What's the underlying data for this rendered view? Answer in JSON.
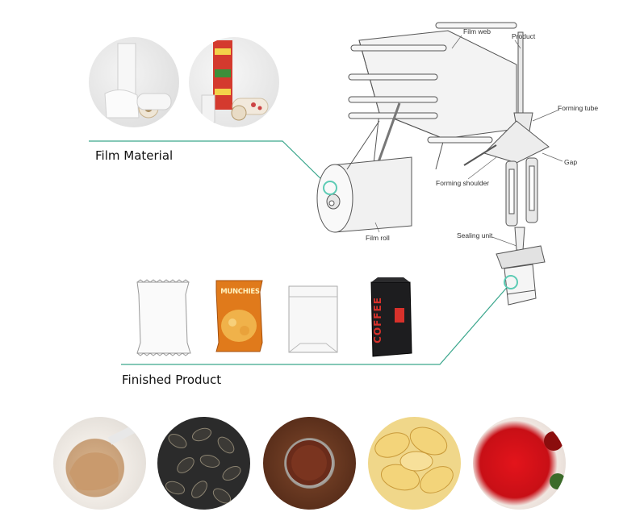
{
  "captions": {
    "film_material": "Film Material",
    "finished_product": "Finished Product"
  },
  "machine_labels": {
    "film_web": "Film web",
    "product": "Product",
    "forming_tube": "Forming tube",
    "gap": "Gap",
    "forming_shoulder": "Forming shoulder",
    "film_roll": "Film roll",
    "sealing_unit": "Sealing unit"
  },
  "package_text": {
    "munchies_brand": "MUNCHIES",
    "coffee_brand": "COFFEE"
  },
  "colors": {
    "connector_line": "#3aa68c",
    "highlight_ring": "#5ccbb4",
    "coffee_bag": "#1d1d1f",
    "coffee_accent": "#d8312b",
    "chips_bag": "#e07a1b"
  },
  "food_photos": [
    "protein-powder",
    "watermelon-seeds",
    "ground-coffee",
    "potato-chips",
    "tomato-sauce"
  ]
}
